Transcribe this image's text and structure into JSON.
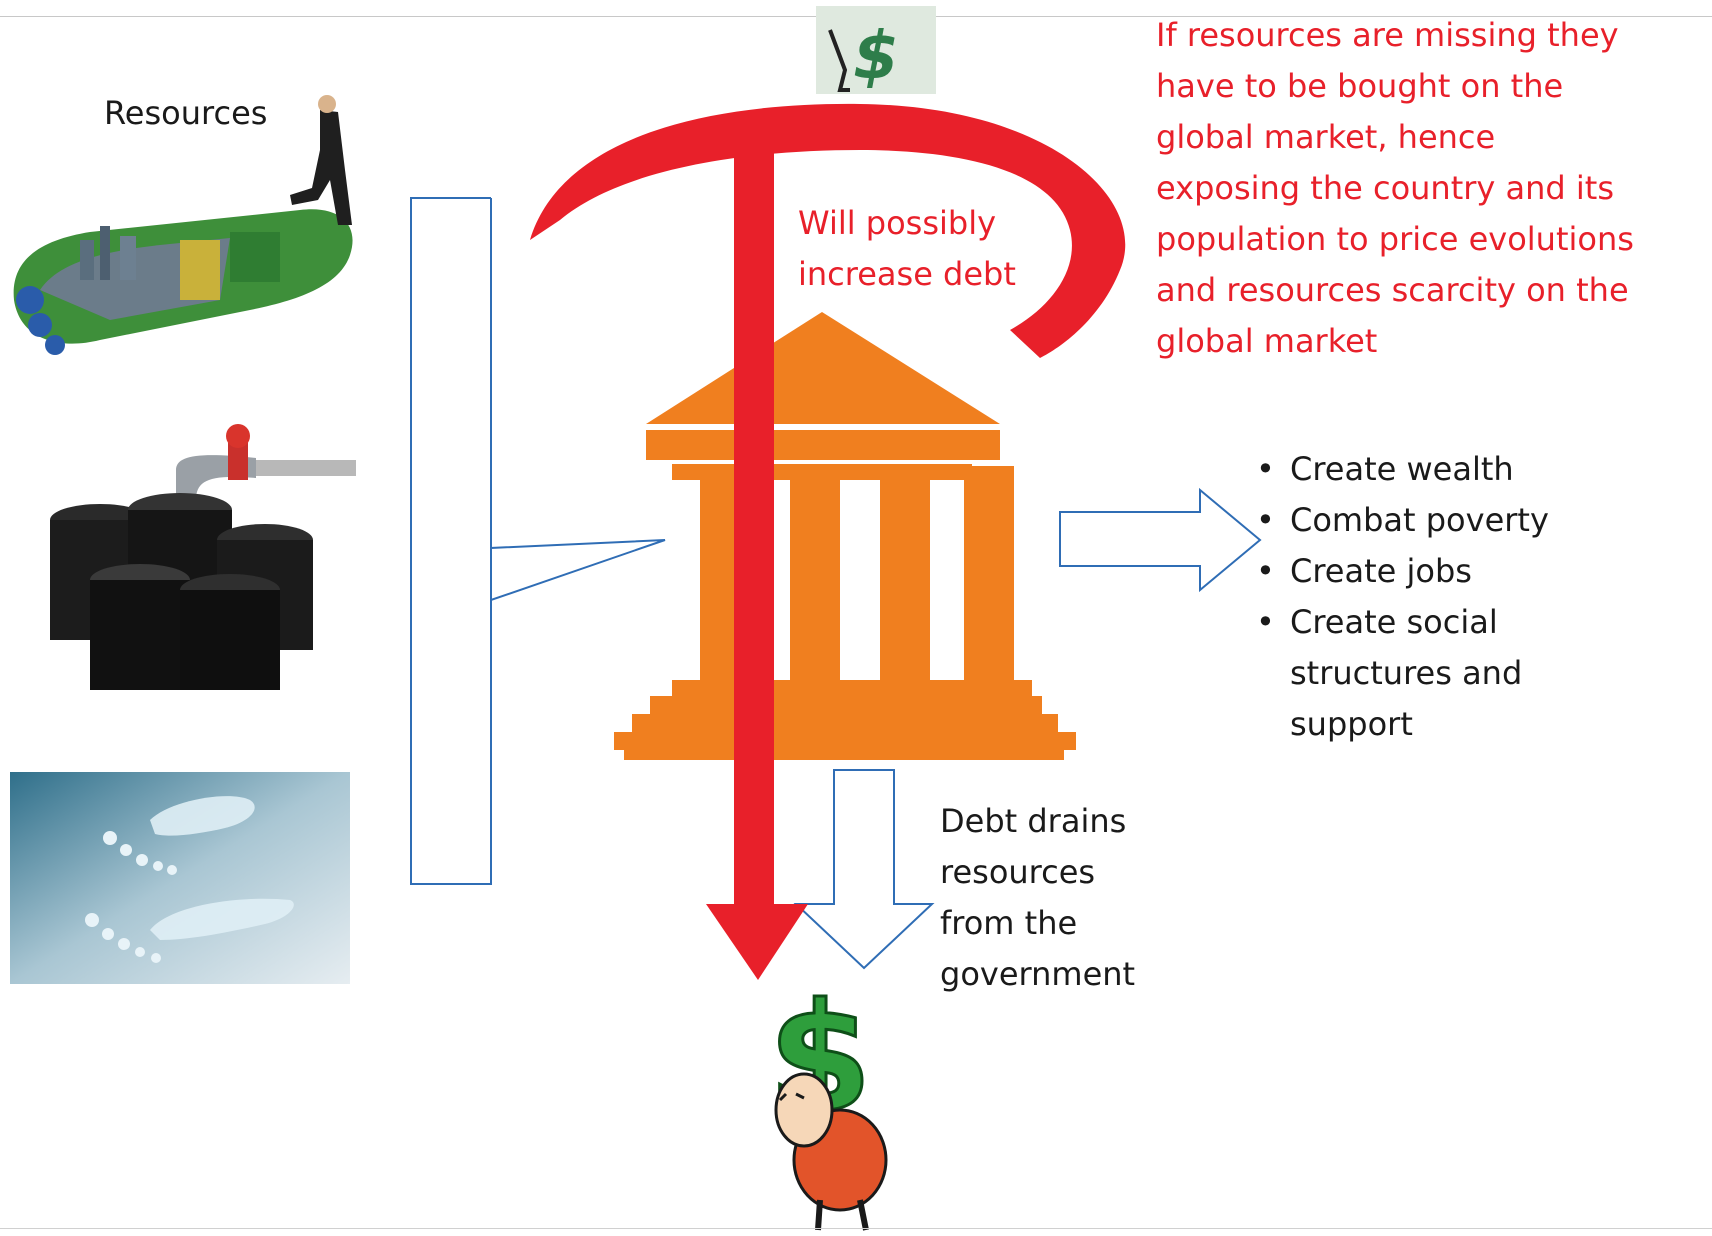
{
  "labels": {
    "resources": "Resources",
    "debt_warning": [
      "Will possibly",
      "increase debt"
    ],
    "market_note": [
      "If resources are missing they",
      "have to be bought on the",
      "global market, hence",
      "exposing the country and its",
      "population to price evolutions",
      "and resources scarcity on the",
      "global market"
    ],
    "debt_drains": [
      "Debt drains",
      "resources",
      "from the",
      "government"
    ]
  },
  "outcomes": [
    {
      "lines": [
        "Create wealth"
      ]
    },
    {
      "lines": [
        "Combat poverty"
      ]
    },
    {
      "lines": [
        "Create jobs"
      ]
    },
    {
      "lines": [
        "Create social",
        "structures and",
        "support"
      ]
    }
  ],
  "colors": {
    "red_arrow": "#e8202a",
    "bank_orange": "#f07f1f",
    "outline_blue": "#2f6db5",
    "money_green": "#2e9e3c"
  },
  "icons": [
    "dollar-sign-icon",
    "footprint-city-icon",
    "oil-barrels-icon",
    "water-footprints-icon",
    "bank-building-icon",
    "man-carrying-dollar-icon"
  ]
}
